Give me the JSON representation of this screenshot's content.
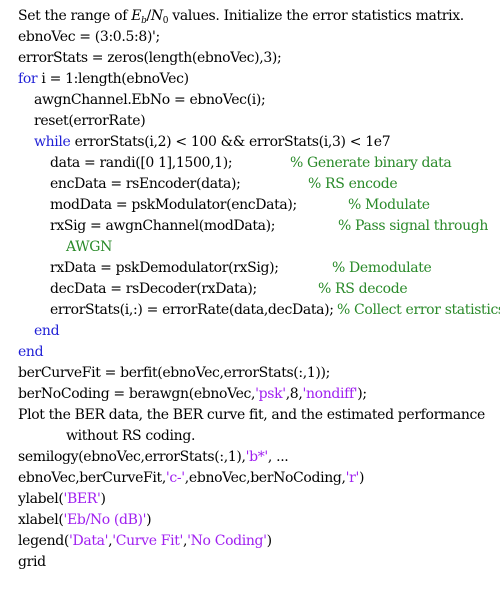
{
  "doc": {
    "intro_a": "Set the range of ",
    "intro_math_e": "E",
    "intro_math_b": "b",
    "intro_math_slash": "/",
    "intro_math_n": "N",
    "intro_math_0": "0",
    "intro_b": " values. Initialize the error statistics matrix.",
    "l2": "ebnoVec = (3:0.5:8)';",
    "l3": "errorStats = zeros(length(ebnoVec),3);",
    "l4_kw": "for",
    "l4_rest": " i = 1:length(ebnoVec)",
    "l5": "awgnChannel.EbNo = ebnoVec(i);",
    "l6": "reset(errorRate)",
    "l7_kw": "while",
    "l7_rest": " errorStats(i,2) < 100 && errorStats(i,3) < 1e7",
    "l8": "data = randi([0 1],1500,1);",
    "l8_c": "% Generate binary data",
    "l9": "encData = rsEncoder(data);",
    "l9_c": "% RS encode",
    "l10": "modData = pskModulator(encData);",
    "l10_c": "% Modulate",
    "l11": "rxSig = awgnChannel(modData);",
    "l11_c": "% Pass signal through",
    "l11b_c": "AWGN",
    "l12": "rxData = pskDemodulator(rxSig);",
    "l12_c": "% Demodulate",
    "l13": "decData = rsDecoder(rxData);",
    "l13_c": "% RS decode",
    "l14": "errorStats(i,:) = errorRate(data,decData);",
    "l14_c": "% Collect error statistics",
    "l15_kw": "end",
    "l16_kw": "end",
    "l17": "berCurveFit = berfit(ebnoVec,errorStats(:,1));",
    "l18_a": "berNoCoding = berawgn(ebnoVec,",
    "l18_s1": "'psk'",
    "l18_b": ",8,",
    "l18_s2": "'nondiff'",
    "l18_c": ");",
    "l19": "Plot the BER data, the BER curve fit, and the estimated performance",
    "l19b": "without RS coding.",
    "l20_a": "semilogy(ebnoVec,errorStats(:,1),",
    "l20_s": "'b*'",
    "l20_b": ", ...",
    "l21_a": "ebnoVec,berCurveFit,",
    "l21_s1": "'c-'",
    "l21_b": ",ebnoVec,berNoCoding,",
    "l21_s2": "'r'",
    "l21_c": ")",
    "l22_a": "ylabel(",
    "l22_s": "'BER'",
    "l22_b": ")",
    "l23_a": "xlabel(",
    "l23_s": "'Eb/No (dB)'",
    "l23_b": ")",
    "l24_a": "legend(",
    "l24_s1": "'Data'",
    "l24_b": ",",
    "l24_s2": "'Curve Fit'",
    "l24_c": ",",
    "l24_s3": "'No Coding'",
    "l24_d": ")",
    "l25": "grid"
  }
}
